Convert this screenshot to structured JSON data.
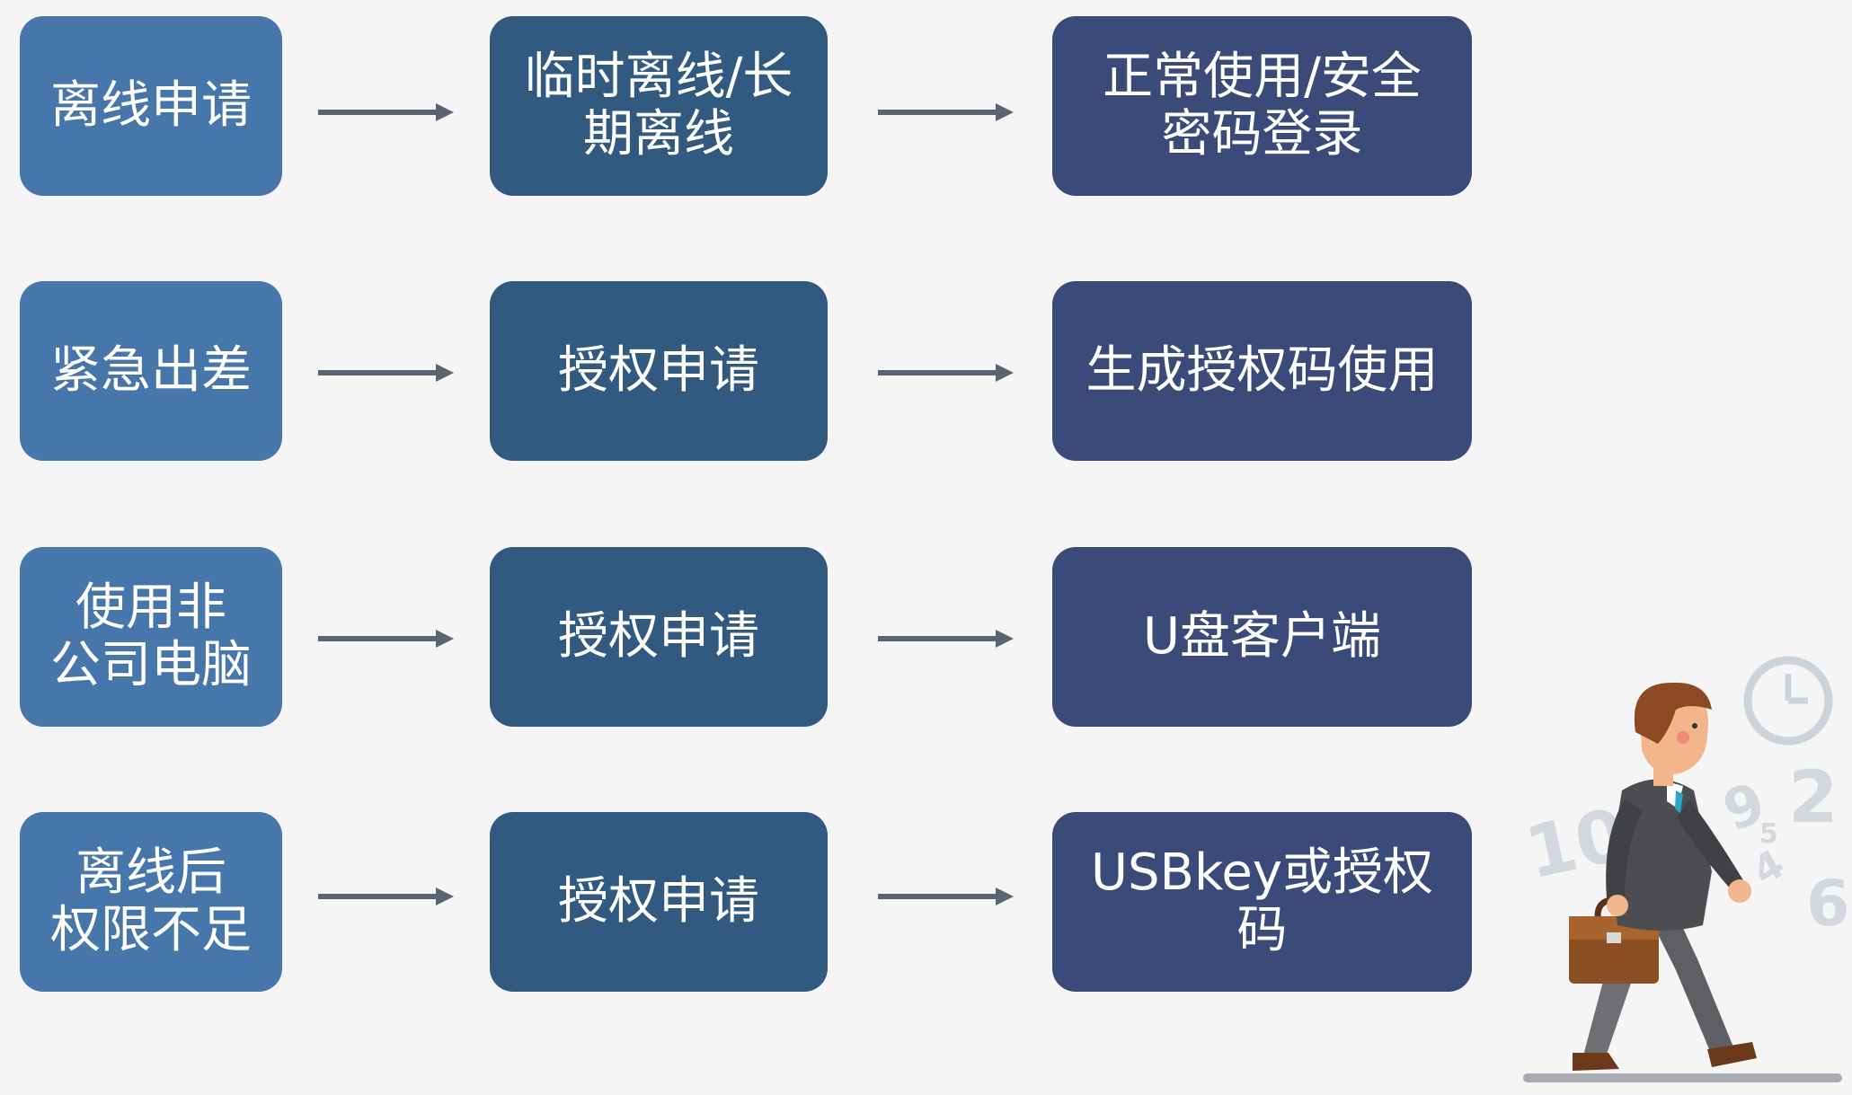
{
  "rows": [
    {
      "scenario": "离线申请",
      "action": "临时离线/长\n期离线",
      "result": "正常使用/安全\n密码登录"
    },
    {
      "scenario": "紧急出差",
      "action": "授权申请",
      "result": "生成授权码使用"
    },
    {
      "scenario": "使用非\n公司电脑",
      "action": "授权申请",
      "result": "U盘客户端"
    },
    {
      "scenario": "离线后\n权限不足",
      "action": "授权申请",
      "result": "USBkey或授权码"
    }
  ],
  "colors": {
    "background": "#f5f5f5",
    "scenario_box": "#4676aa",
    "action_box": "#325a80",
    "result_box": "#3b4b79",
    "arrow": "#5a6472"
  },
  "illustration": {
    "subject": "businessman-walking-with-briefcase",
    "clock_icon": "clock-icon",
    "decorative_numbers": [
      "10",
      "9",
      "2",
      "5",
      "4",
      "6"
    ]
  }
}
